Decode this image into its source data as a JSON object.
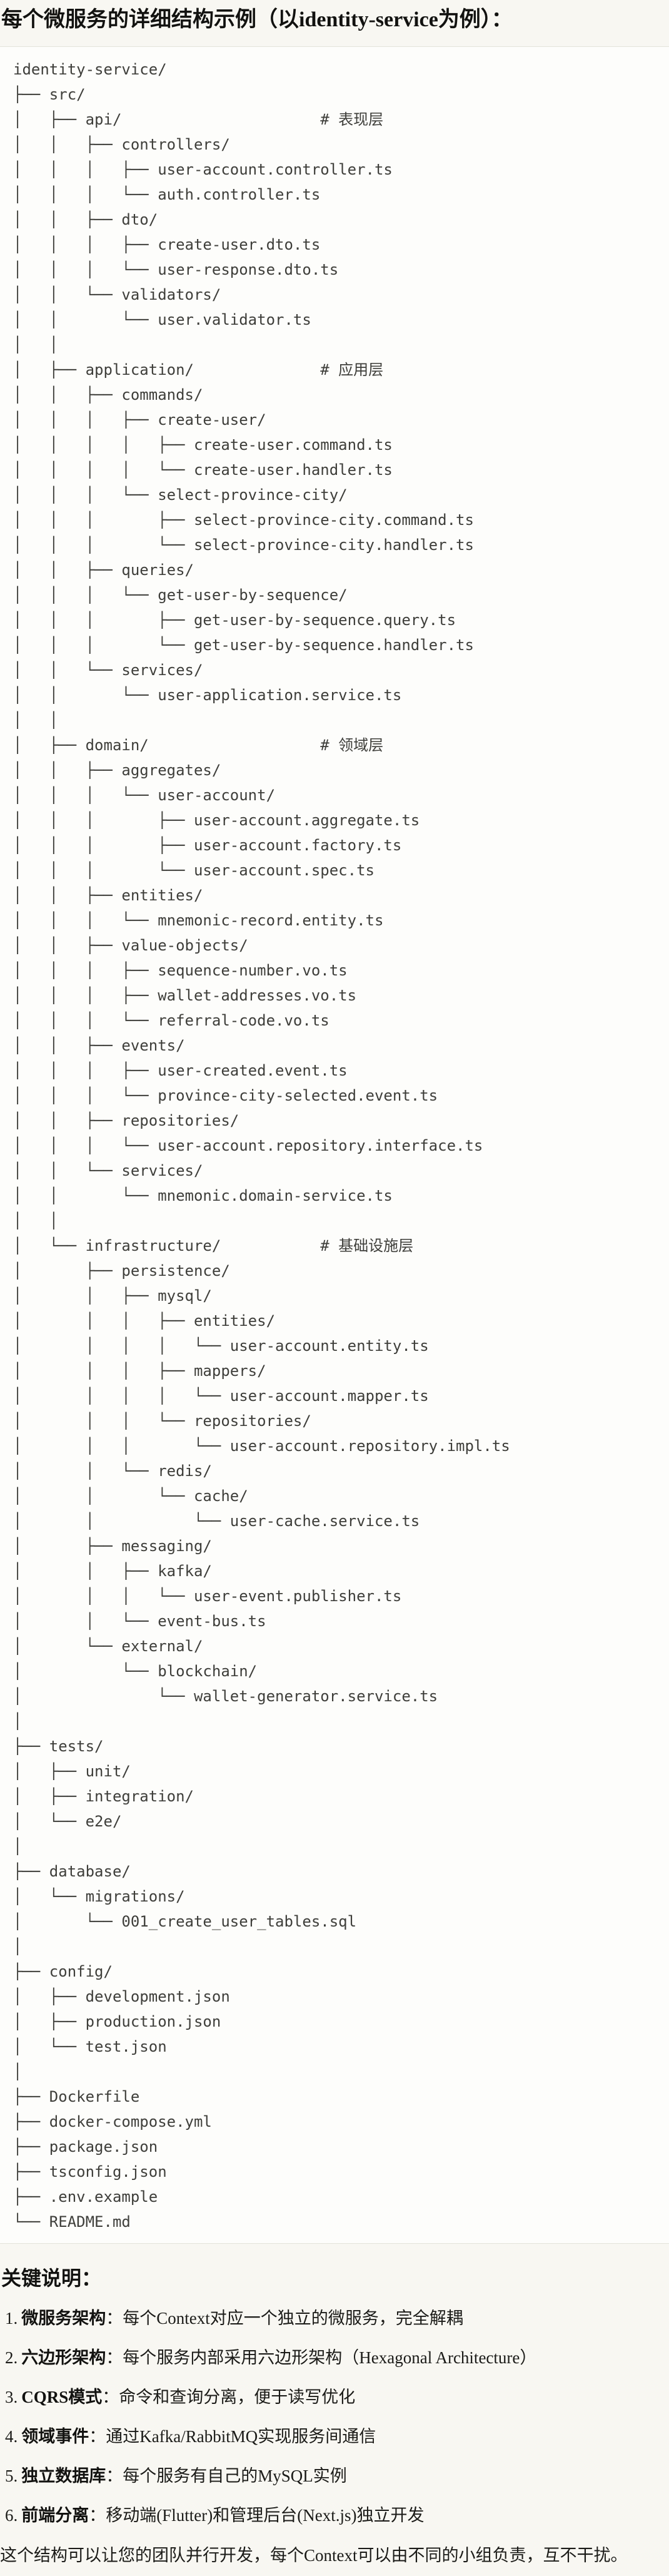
{
  "title": "每个微服务的详细结构示例（以identity-service为例）：",
  "tree": {
    "root": "identity-service/",
    "comments": [
      "# 表现层",
      "# 应用层",
      "# 领域层",
      "# 基础设施层"
    ],
    "lines": [
      "identity-service/",
      "├── src/",
      "│   ├── api/                      # 表现层",
      "│   │   ├── controllers/",
      "│   │   │   ├── user-account.controller.ts",
      "│   │   │   └── auth.controller.ts",
      "│   │   ├── dto/",
      "│   │   │   ├── create-user.dto.ts",
      "│   │   │   └── user-response.dto.ts",
      "│   │   └── validators/",
      "│   │       └── user.validator.ts",
      "│   │",
      "│   ├── application/              # 应用层",
      "│   │   ├── commands/",
      "│   │   │   ├── create-user/",
      "│   │   │   │   ├── create-user.command.ts",
      "│   │   │   │   └── create-user.handler.ts",
      "│   │   │   └── select-province-city/",
      "│   │   │       ├── select-province-city.command.ts",
      "│   │   │       └── select-province-city.handler.ts",
      "│   │   ├── queries/",
      "│   │   │   └── get-user-by-sequence/",
      "│   │   │       ├── get-user-by-sequence.query.ts",
      "│   │   │       └── get-user-by-sequence.handler.ts",
      "│   │   └── services/",
      "│   │       └── user-application.service.ts",
      "│   │",
      "│   ├── domain/                   # 领域层",
      "│   │   ├── aggregates/",
      "│   │   │   └── user-account/",
      "│   │   │       ├── user-account.aggregate.ts",
      "│   │   │       ├── user-account.factory.ts",
      "│   │   │       └── user-account.spec.ts",
      "│   │   ├── entities/",
      "│   │   │   └── mnemonic-record.entity.ts",
      "│   │   ├── value-objects/",
      "│   │   │   ├── sequence-number.vo.ts",
      "│   │   │   ├── wallet-addresses.vo.ts",
      "│   │   │   └── referral-code.vo.ts",
      "│   │   ├── events/",
      "│   │   │   ├── user-created.event.ts",
      "│   │   │   └── province-city-selected.event.ts",
      "│   │   ├── repositories/",
      "│   │   │   └── user-account.repository.interface.ts",
      "│   │   └── services/",
      "│   │       └── mnemonic.domain-service.ts",
      "│   │",
      "│   └── infrastructure/           # 基础设施层",
      "│       ├── persistence/",
      "│       │   ├── mysql/",
      "│       │   │   ├── entities/",
      "│       │   │   │   └── user-account.entity.ts",
      "│       │   │   ├── mappers/",
      "│       │   │   │   └── user-account.mapper.ts",
      "│       │   │   └── repositories/",
      "│       │   │       └── user-account.repository.impl.ts",
      "│       │   └── redis/",
      "│       │       └── cache/",
      "│       │           └── user-cache.service.ts",
      "│       ├── messaging/",
      "│       │   ├── kafka/",
      "│       │   │   └── user-event.publisher.ts",
      "│       │   └── event-bus.ts",
      "│       └── external/",
      "│           └── blockchain/",
      "│               └── wallet-generator.service.ts",
      "│",
      "├── tests/",
      "│   ├── unit/",
      "│   ├── integration/",
      "│   └── e2e/",
      "│",
      "├── database/",
      "│   └── migrations/",
      "│       └── 001_create_user_tables.sql",
      "│",
      "├── config/",
      "│   ├── development.json",
      "│   ├── production.json",
      "│   └── test.json",
      "│",
      "├── Dockerfile",
      "├── docker-compose.yml",
      "├── package.json",
      "├── tsconfig.json",
      "├── .env.example",
      "└── README.md"
    ]
  },
  "notes": {
    "heading": "关键说明：",
    "items": [
      {
        "num": "1.",
        "label": "微服务架构",
        "text": "：每个Context对应一个独立的微服务，完全解耦"
      },
      {
        "num": "2.",
        "label": "六边形架构",
        "text": "：每个服务内部采用六边形架构（Hexagonal Architecture）"
      },
      {
        "num": "3.",
        "label": "CQRS模式",
        "text": "：命令和查询分离，便于读写优化"
      },
      {
        "num": "4.",
        "label": "领域事件",
        "text": "：通过Kafka/RabbitMQ实现服务间通信"
      },
      {
        "num": "5.",
        "label": "独立数据库",
        "text": "：每个服务有自己的MySQL实例"
      },
      {
        "num": "6.",
        "label": "前端分离",
        "text": "：移动端(Flutter)和管理后台(Next.js)独立开发"
      }
    ]
  },
  "closing": "这个结构可以让您的团队并行开发，每个Context可以由不同的小组负责，互不干扰。",
  "colors": {
    "page_bg": "#F8F7F2",
    "code_bg": "#FDFDFB",
    "code_border": "#E4E3DB",
    "code_text": "#3E3E3A",
    "body_text": "#1B1B18"
  }
}
